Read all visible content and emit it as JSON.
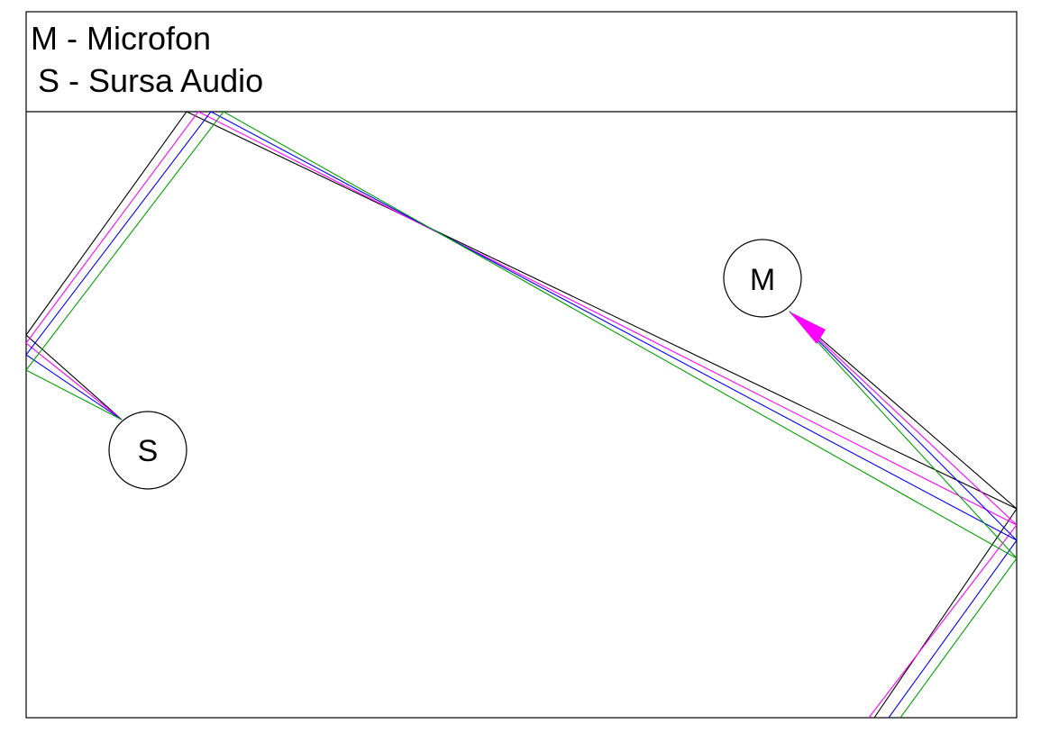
{
  "legend": {
    "line_1": "M - Microfon",
    "line_2": "S - Sursa Audio"
  },
  "nodes": {
    "microphone": {
      "label": "M"
    },
    "source": {
      "label": "S"
    }
  },
  "ray_colors": {
    "black": "#000000",
    "magenta": "#ff00ff",
    "blue": "#0000ff",
    "green": "#00a000"
  },
  "arrow_color": "#ff00ff"
}
